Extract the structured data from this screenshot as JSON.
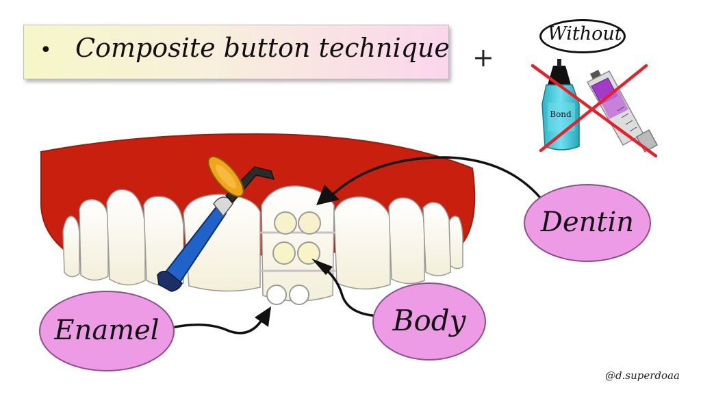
{
  "title": {
    "bullet": "•",
    "text": "Composite button technique"
  },
  "plus_sign": "+",
  "without_label": "Without",
  "bond_label": "Bond",
  "labels": {
    "dentin": "Dentin",
    "body": "Body",
    "enamel": "Enamel"
  },
  "watermark": "@d.superdoaa",
  "colors": {
    "gum": "#c81f0e",
    "bubble": "#ee9be6",
    "cross": "#e5222a",
    "bond_bottle": "#3cc3d6",
    "syringe": "#a23bc5",
    "handpiece": "#1f62c8",
    "tooth": "#fbf8ea"
  },
  "icons": [
    "curing-light-icon",
    "bond-bottle-icon",
    "syringe-icon",
    "cross-icon",
    "arrow-icon"
  ]
}
